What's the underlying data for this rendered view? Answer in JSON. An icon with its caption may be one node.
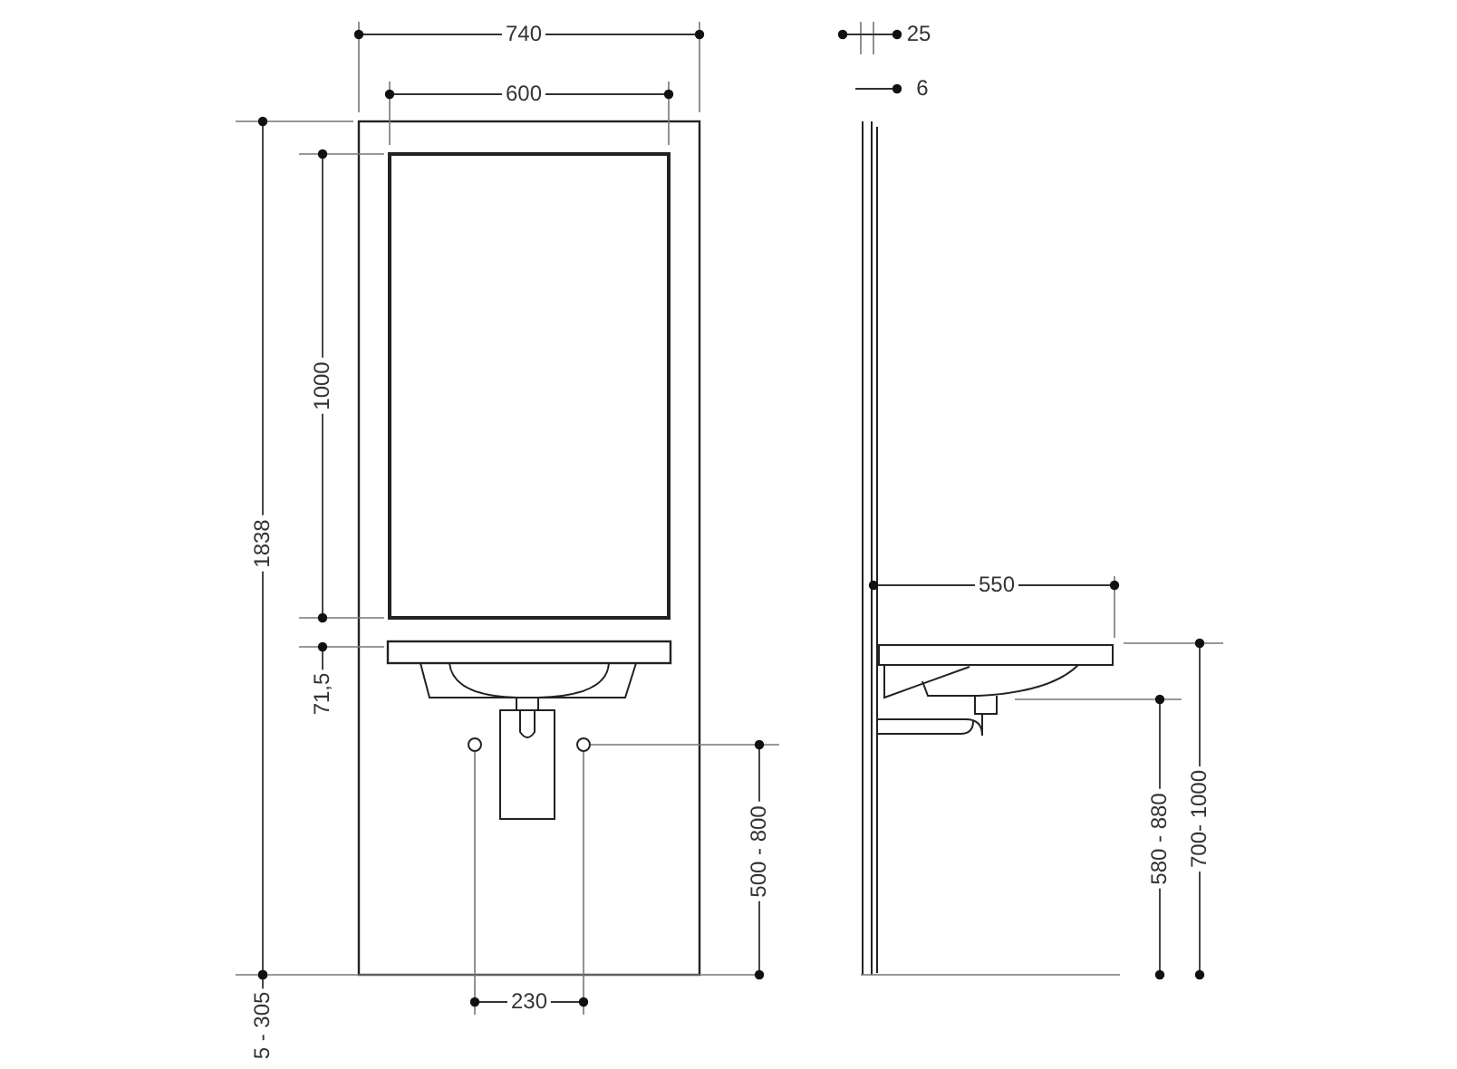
{
  "diagram": {
    "labels": [
      "740",
      "25",
      "600",
      "6",
      "1838",
      "1000",
      "550",
      "71,5",
      "500 - 800",
      "580 - 880",
      "700- 1000",
      "230",
      "5 - 305"
    ]
  }
}
